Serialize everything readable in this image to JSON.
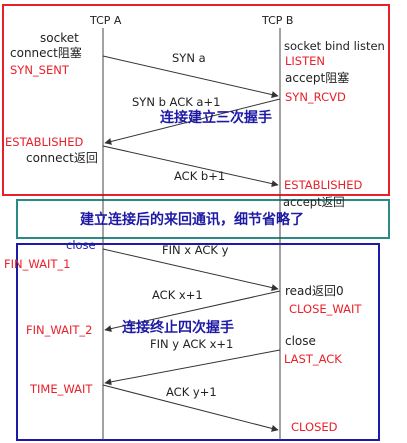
{
  "columns": {
    "a": "TCP A",
    "b": "TCP B"
  },
  "handshake": {
    "title": "连接建立三次握手",
    "a_states": {
      "socket": "socket",
      "connect_block": "connect阻塞",
      "syn_sent": "SYN_SENT",
      "established": "ESTABLISHED",
      "connect_return": "connect返回"
    },
    "b_states": {
      "socket_bind_listen": "socket bind listen",
      "listen": "LISTEN",
      "accept_block": "accept阻塞",
      "syn_rcvd": "SYN_RCVD",
      "established": "ESTABLISHED"
    },
    "messages": {
      "syn": "SYN a",
      "synack": "SYN b  ACK a+1",
      "ack": "ACK b+1"
    }
  },
  "middle": {
    "text": "建立连接后的来回通讯，细节省略了",
    "accept_return": "accept返回"
  },
  "termination": {
    "title": "连接终止四次握手",
    "a_states": {
      "close": "close",
      "fin_wait_1": "FIN_WAIT_1",
      "fin_wait_2": "FIN_WAIT_2",
      "time_wait": "TIME_WAIT"
    },
    "b_states": {
      "read_return0": "read返回0",
      "close_wait": "CLOSE_WAIT",
      "close": "close",
      "last_ack": "LAST_ACK",
      "closed": "CLOSED"
    },
    "messages": {
      "fin_x": "FIN x ACK y",
      "ack_x": "ACK x+1",
      "fin_y": "FIN y ACK x+1",
      "ack_y": "ACK y+1"
    }
  },
  "colors": {
    "red_box": "#e8202a",
    "teal_box": "#2a8a86",
    "blue_box": "#1c1aa8",
    "state_red": "#e8202a",
    "title_blue": "#1e1aa6",
    "line": "#333333"
  }
}
